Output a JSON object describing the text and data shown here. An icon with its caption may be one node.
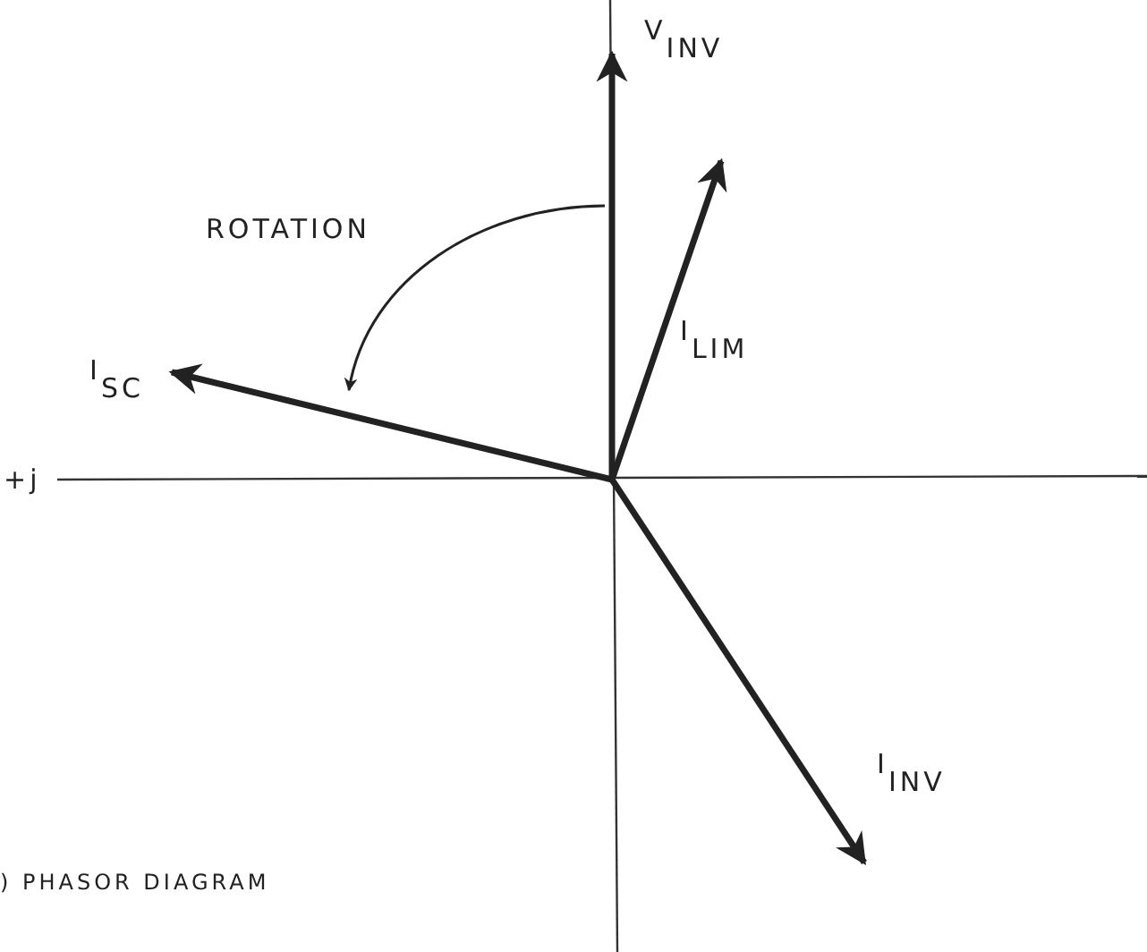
{
  "diagram": {
    "caption": ") PHASOR DIAGRAM",
    "labels": [
      "V$_{INV}$",
      "ROTATION",
      "I$_{LIM}$",
      "I$_{SC}$",
      "+j",
      "I$_{INV}$"
    ]
  }
}
